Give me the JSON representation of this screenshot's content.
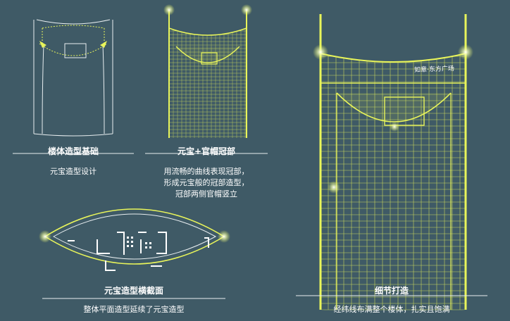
{
  "panels": [
    {
      "title": "楼体造型基础",
      "caption": "元宝造型设计"
    },
    {
      "title": "元宝+官帽冠部",
      "caption_lines": [
        "用流畅的曲线表现冠部，",
        "形成元宝般的冠部造型，",
        "冠部两侧官帽竖立"
      ]
    },
    {
      "title": "元宝造型横截面",
      "caption": "整体平面造型延续了元宝造型"
    },
    {
      "title": "细节打造",
      "caption": "经纬线布满整个楼体，扎实且饱满"
    }
  ],
  "tower_sign": "如意·东方广场",
  "colors": {
    "background": "#3f5a66",
    "neon_yellow": "#e9f55a",
    "outline_white": "#e8eef0",
    "glow": "#ffffff"
  }
}
